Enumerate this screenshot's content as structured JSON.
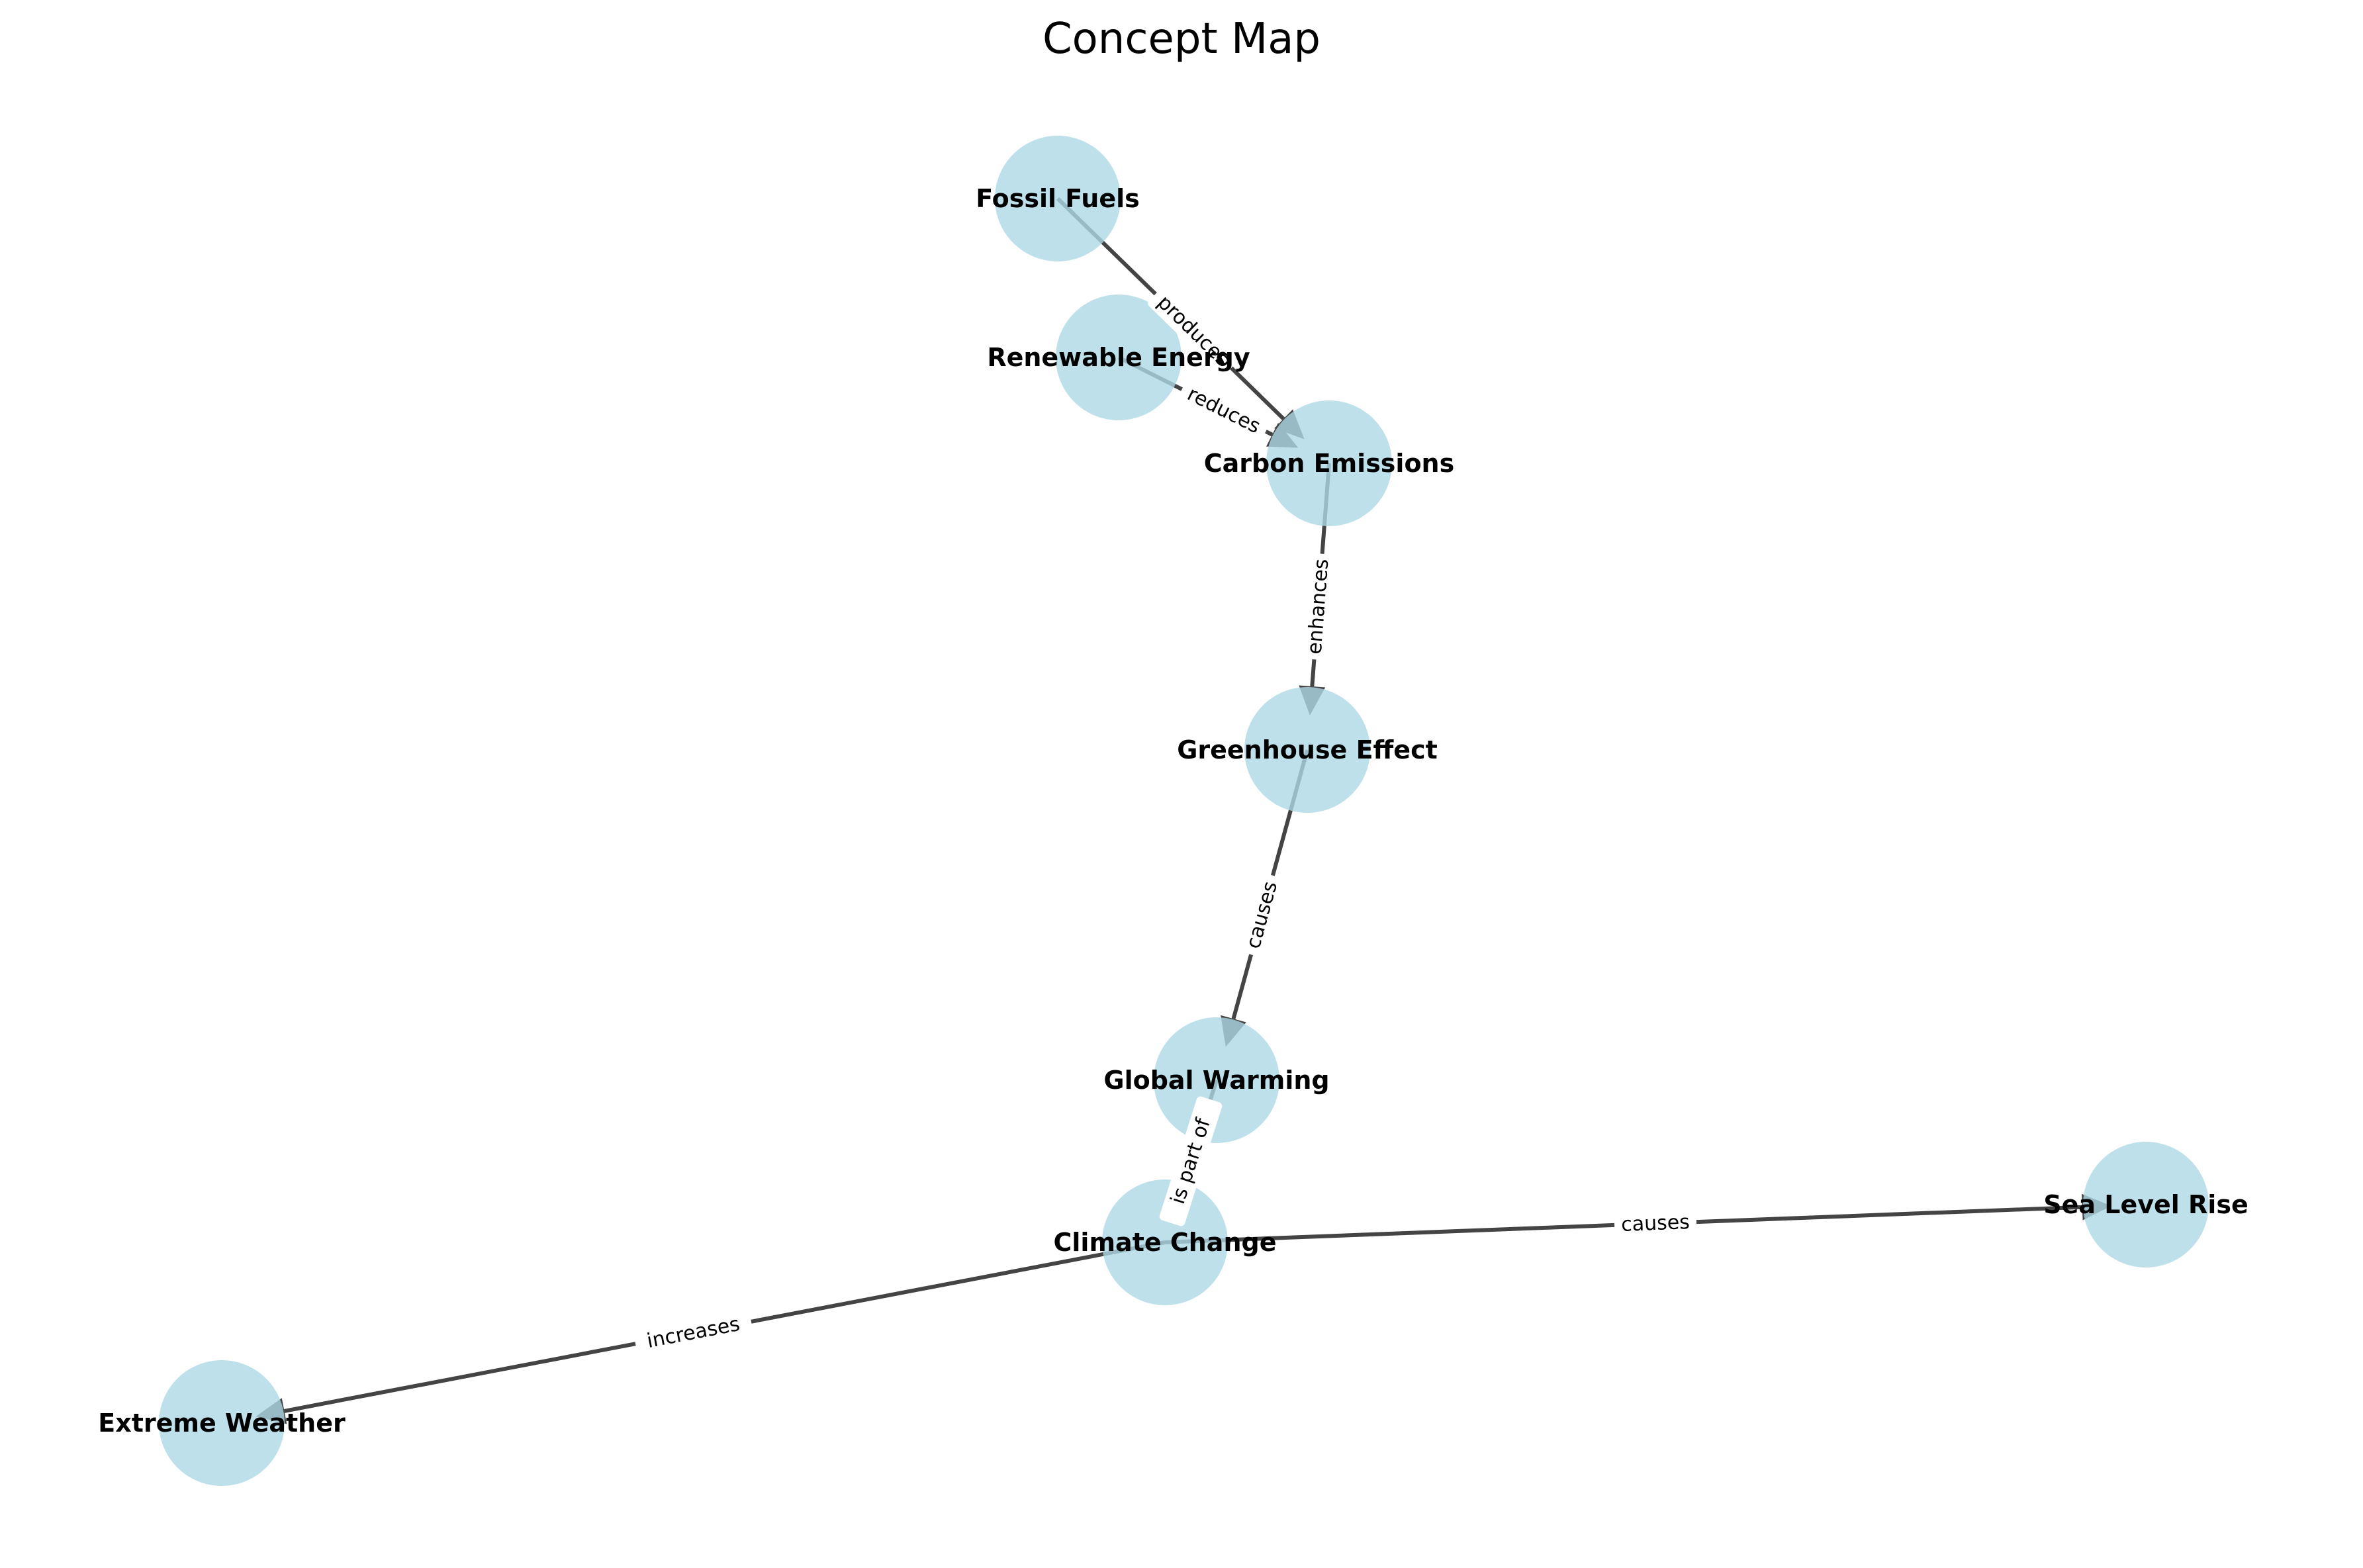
{
  "title": "Concept Map",
  "colors": {
    "node_fill": "#add8e6",
    "edge": "#444444",
    "text": "#000000",
    "background": "#ffffff"
  },
  "nodes": [
    {
      "id": "fossil_fuels",
      "label": "Fossil Fuels"
    },
    {
      "id": "renewable_energy",
      "label": "Renewable Energy"
    },
    {
      "id": "carbon_emissions",
      "label": "Carbon Emissions"
    },
    {
      "id": "greenhouse_effect",
      "label": "Greenhouse Effect"
    },
    {
      "id": "global_warming",
      "label": "Global Warming"
    },
    {
      "id": "climate_change",
      "label": "Climate Change"
    },
    {
      "id": "sea_level_rise",
      "label": "Sea Level Rise"
    },
    {
      "id": "extreme_weather",
      "label": "Extreme Weather"
    }
  ],
  "edges": [
    {
      "from": "fossil_fuels",
      "to": "carbon_emissions",
      "label": "produces"
    },
    {
      "from": "renewable_energy",
      "to": "carbon_emissions",
      "label": "reduces"
    },
    {
      "from": "carbon_emissions",
      "to": "greenhouse_effect",
      "label": "enhances"
    },
    {
      "from": "greenhouse_effect",
      "to": "global_warming",
      "label": "causes"
    },
    {
      "from": "global_warming",
      "to": "climate_change",
      "label": "is part of"
    },
    {
      "from": "climate_change",
      "to": "sea_level_rise",
      "label": "causes"
    },
    {
      "from": "climate_change",
      "to": "extreme_weather",
      "label": "increases"
    }
  ]
}
